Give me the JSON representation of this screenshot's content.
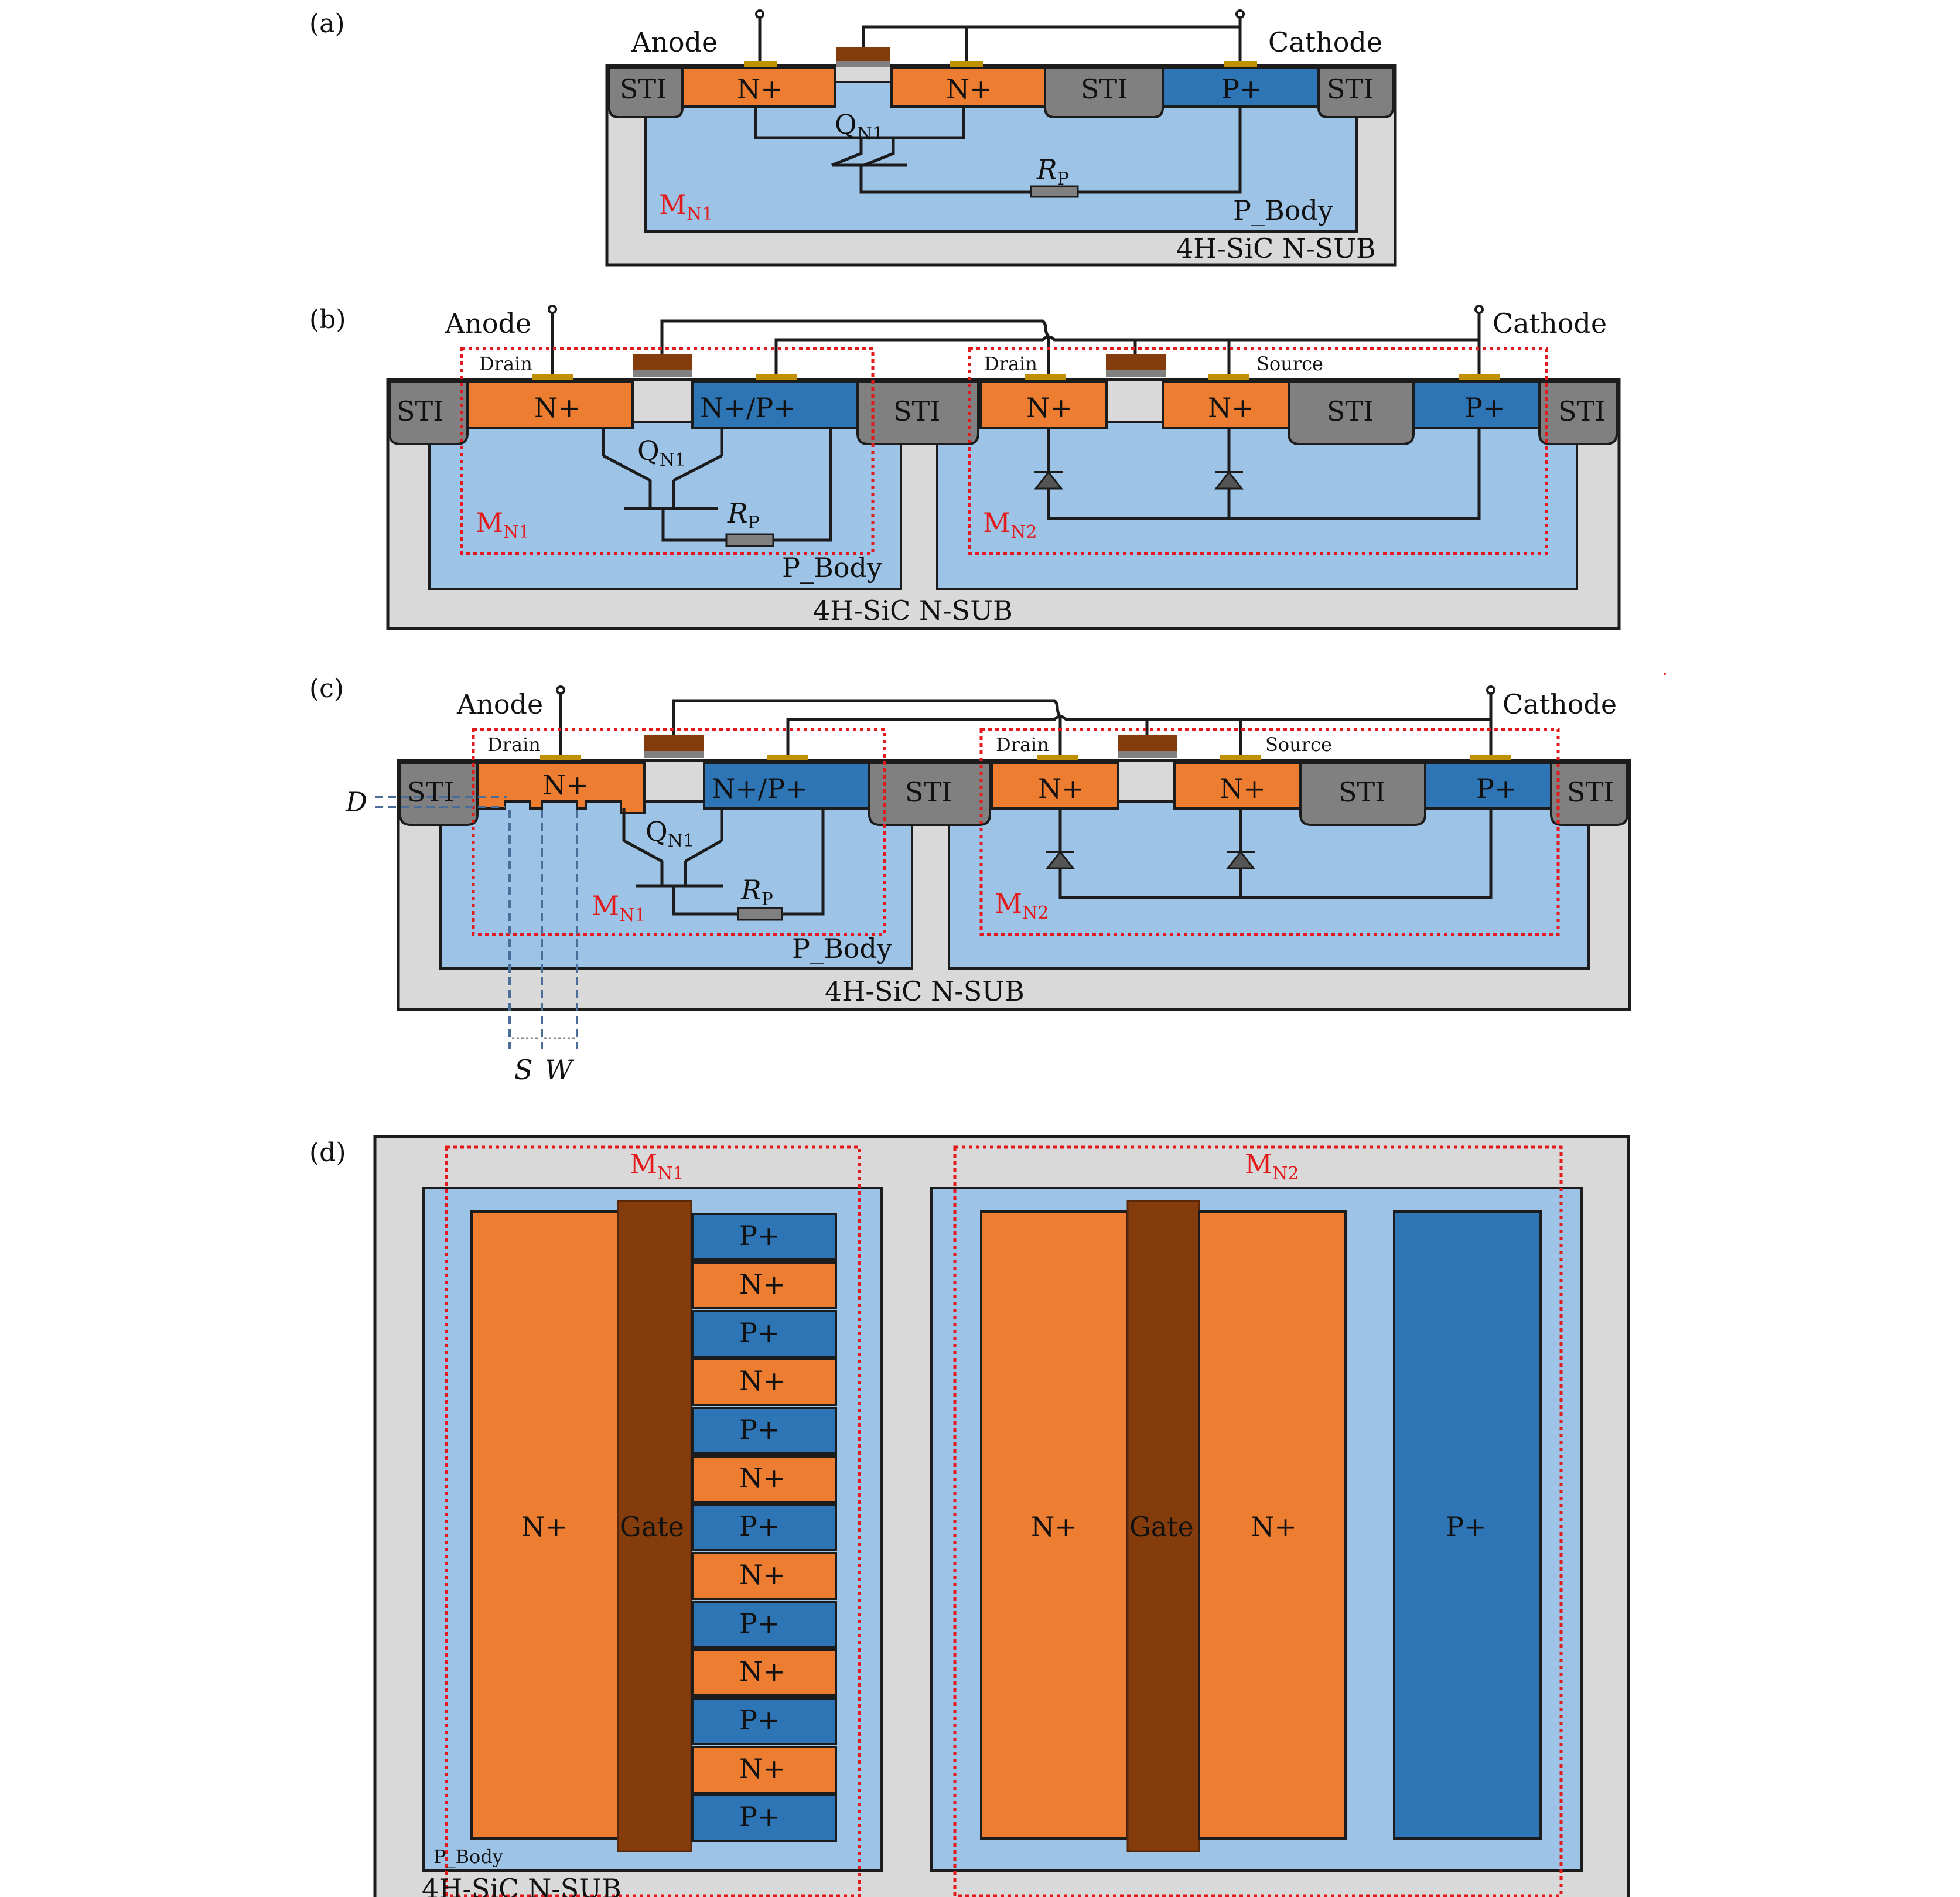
{
  "panels": {
    "a": "(a)",
    "b": "(b)",
    "c": "(c)",
    "d": "(d)"
  },
  "labels": {
    "anode": "Anode",
    "cathode": "Cathode",
    "sti": "STI",
    "n_plus": "N+",
    "p_plus": "P+",
    "n_p_plus": "N+/P+",
    "drain": "Drain",
    "source": "Source",
    "gate": "Gate",
    "p_body": "P_Body",
    "substrate": "4H-SiC N-SUB",
    "q_main": "Q",
    "q_sub": "N1",
    "r_main": "R",
    "r_sub": "P",
    "m_main": "M",
    "mn1_sub": "N1",
    "mn2_sub": "N2",
    "dim_d": "D",
    "dim_s": "S",
    "dim_w": "W"
  },
  "colors": {
    "n_plus": "#ed7d31",
    "p_plus": "#2e75b6",
    "p_body": "#9dc3e6",
    "substrate": "#d9d9d9",
    "sti": "#808080",
    "gate": "#843c0c",
    "contact": "#bf9000",
    "boundary": "#e31a1c"
  }
}
